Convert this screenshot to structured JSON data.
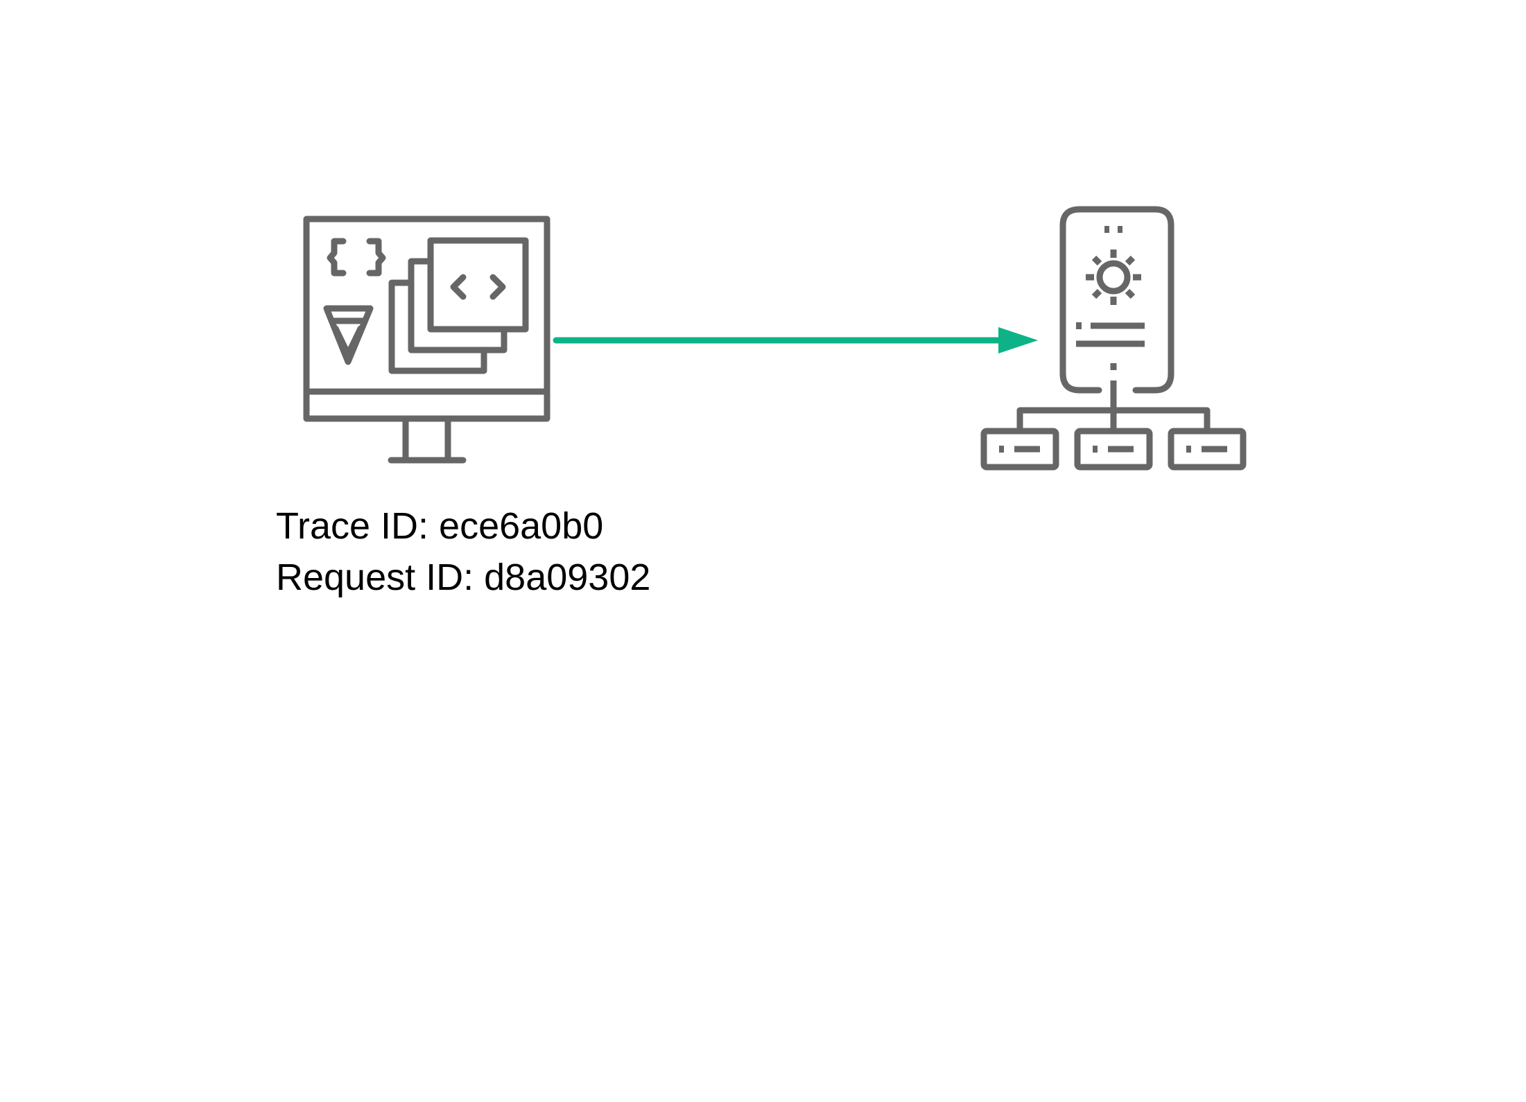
{
  "diagram": {
    "client": {
      "icon": "developer-workstation-icon",
      "trace_label": "Trace ID: ece6a0b0",
      "request_label": "Request ID: d8a09302"
    },
    "connector": {
      "icon": "arrow-right",
      "color": "#0db386"
    },
    "server": {
      "icon": "server-network-icon"
    },
    "icon_color": "#666666"
  }
}
